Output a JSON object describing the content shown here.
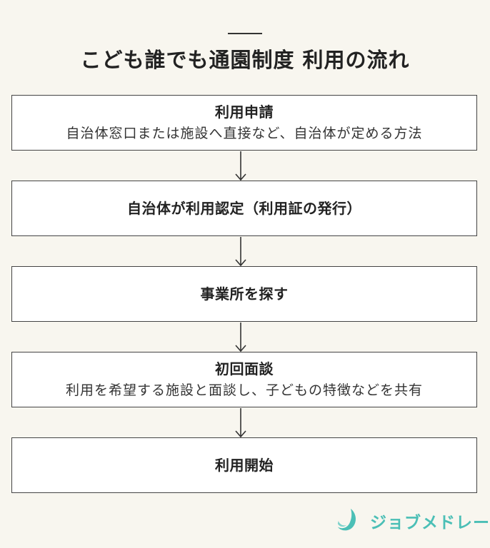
{
  "title": "こども誰でも通園制度 利用の流れ",
  "steps": [
    {
      "title": "利用申請",
      "desc": "自治体窓口または施設へ直接など、自治体が定める方法"
    },
    {
      "title": "自治体が利用認定（利用証の発行）",
      "desc": ""
    },
    {
      "title": "事業所を探す",
      "desc": ""
    },
    {
      "title": "初回面談",
      "desc": "利用を希望する施設と面談し、子どもの特徴などを共有"
    },
    {
      "title": "利用開始",
      "desc": ""
    }
  ],
  "logo": {
    "text": "ジョブメドレー",
    "icon": "jobmedley-logo-icon",
    "color": "#4bbfb6"
  },
  "colors": {
    "background": "#f8f6ef",
    "box": "#ffffff",
    "border": "#444444",
    "text": "#222222"
  }
}
